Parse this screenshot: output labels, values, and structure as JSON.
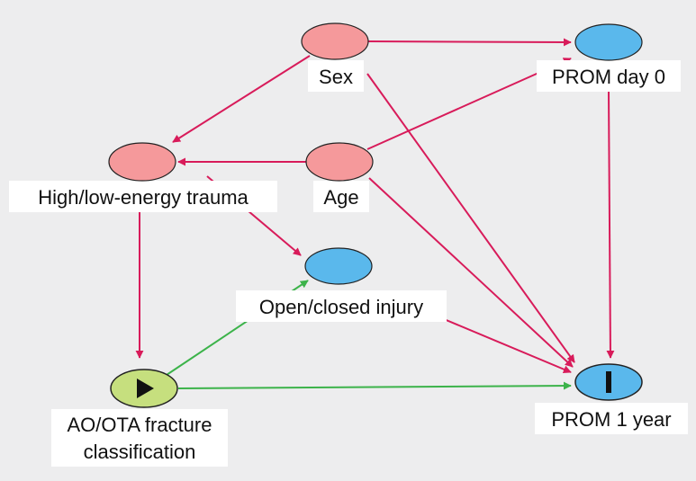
{
  "diagram": {
    "nodes": {
      "sex": {
        "label": "Sex",
        "color": "#f5999b",
        "role": "confounder"
      },
      "prom_day0": {
        "label": "PROM day 0",
        "color": "#5ab8ec",
        "role": "covariate"
      },
      "trauma": {
        "label": "High/low-energy trauma",
        "color": "#f5999b",
        "role": "confounder"
      },
      "age": {
        "label": "Age",
        "color": "#f5999b",
        "role": "confounder"
      },
      "open_closed": {
        "label": "Open/closed injury",
        "color": "#5ab8ec",
        "role": "covariate"
      },
      "ao_ota": {
        "label_line1": "AO/OTA fracture",
        "label_line2": "classification",
        "color": "#c6df7e",
        "role": "exposure",
        "icon": "play-icon"
      },
      "prom_1y": {
        "label": "PROM 1 year",
        "color": "#5ab8ec",
        "role": "outcome",
        "icon": "outcome-bar-icon"
      }
    },
    "edges": [
      {
        "from": "sex",
        "to": "prom_day0",
        "color": "#d81b5a"
      },
      {
        "from": "sex",
        "to": "trauma",
        "color": "#d81b5a"
      },
      {
        "from": "sex",
        "to": "prom_1y",
        "color": "#d81b5a"
      },
      {
        "from": "age",
        "to": "prom_day0",
        "color": "#d81b5a"
      },
      {
        "from": "age",
        "to": "trauma",
        "color": "#d81b5a"
      },
      {
        "from": "age",
        "to": "prom_1y",
        "color": "#d81b5a"
      },
      {
        "from": "prom_day0",
        "to": "prom_1y",
        "color": "#d81b5a"
      },
      {
        "from": "trauma",
        "to": "open_closed",
        "color": "#d81b5a"
      },
      {
        "from": "trauma",
        "to": "ao_ota",
        "color": "#d81b5a"
      },
      {
        "from": "open_closed",
        "to": "prom_1y",
        "color": "#d81b5a"
      },
      {
        "from": "ao_ota",
        "to": "open_closed",
        "color": "#3cb34a"
      },
      {
        "from": "ao_ota",
        "to": "prom_1y",
        "color": "#3cb34a"
      }
    ]
  }
}
